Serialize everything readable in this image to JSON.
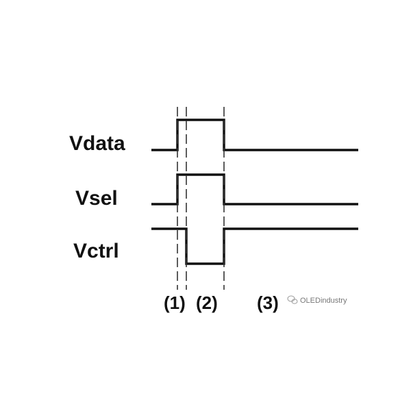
{
  "signals": [
    {
      "name": "Vdata",
      "levels": [
        "low",
        "high",
        "low"
      ]
    },
    {
      "name": "Vsel",
      "levels": [
        "low",
        "high",
        "low"
      ]
    },
    {
      "name": "Vctrl",
      "levels": [
        "high",
        "high",
        "low",
        "high"
      ]
    }
  ],
  "phases": [
    "(1)",
    "(2)",
    "(3)"
  ],
  "watermark": {
    "text": "OLEDindustry",
    "icon": "wechat-icon"
  },
  "colors": {
    "waveform": "#111111",
    "marker": "#333333",
    "background": "#ffffff"
  }
}
